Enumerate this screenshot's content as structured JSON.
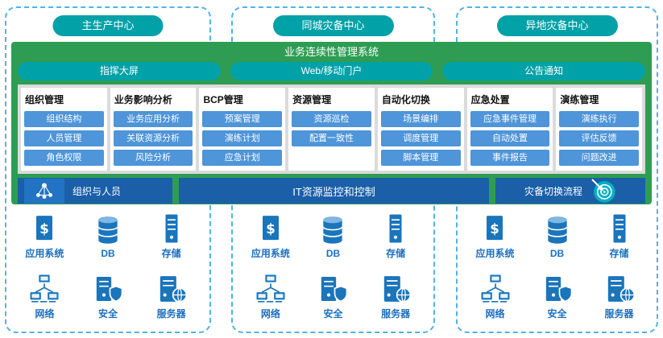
{
  "zones": [
    {
      "header": "主生产中心"
    },
    {
      "header": "同城灾备中心"
    },
    {
      "header": "异地灾备中心"
    }
  ],
  "infra_items": [
    {
      "icon": "app-system-icon",
      "label": "应用系统"
    },
    {
      "icon": "database-icon",
      "label": "DB"
    },
    {
      "icon": "storage-icon",
      "label": "存储"
    },
    {
      "icon": "network-icon",
      "label": "网络"
    },
    {
      "icon": "security-icon",
      "label": "安全"
    },
    {
      "icon": "server-icon",
      "label": "服务器"
    }
  ],
  "system": {
    "title": "业务连续性管理系统",
    "portals": [
      {
        "label": "指挥大屏"
      },
      {
        "label": "Web/移动门户"
      },
      {
        "label": "公告通知"
      }
    ],
    "columns": [
      {
        "title": "组织管理",
        "items": [
          "组织结构",
          "人员管理",
          "角色权限"
        ]
      },
      {
        "title": "业务影响分析",
        "items": [
          "业务应用分析",
          "关联资源分析",
          "风险分析"
        ]
      },
      {
        "title": "BCP管理",
        "items": [
          "预案管理",
          "演练计划",
          "应急计划"
        ]
      },
      {
        "title": "资源管理",
        "items": [
          "资源巡检",
          "配置一致性"
        ]
      },
      {
        "title": "自动化切换",
        "items": [
          "场景编排",
          "调度管理",
          "脚本管理"
        ]
      },
      {
        "title": "应急处置",
        "items": [
          "应急事件管理",
          "自动处置",
          "事件报告"
        ]
      },
      {
        "title": "演练管理",
        "items": [
          "演练执行",
          "评估反馈",
          "问题改进"
        ]
      }
    ],
    "bottom": {
      "org_label": "组织与人员",
      "monitor_label": "IT资源监控和控制",
      "switch_label": "灾备切换流程"
    }
  },
  "colors": {
    "teal": "#00A1A7",
    "green": "#2E9D53",
    "button_blue": "#4E95D9",
    "dark_blue": "#1A5FA8",
    "icon_blue": "#1B75BB",
    "dashed_border": "#4FB3E8"
  }
}
